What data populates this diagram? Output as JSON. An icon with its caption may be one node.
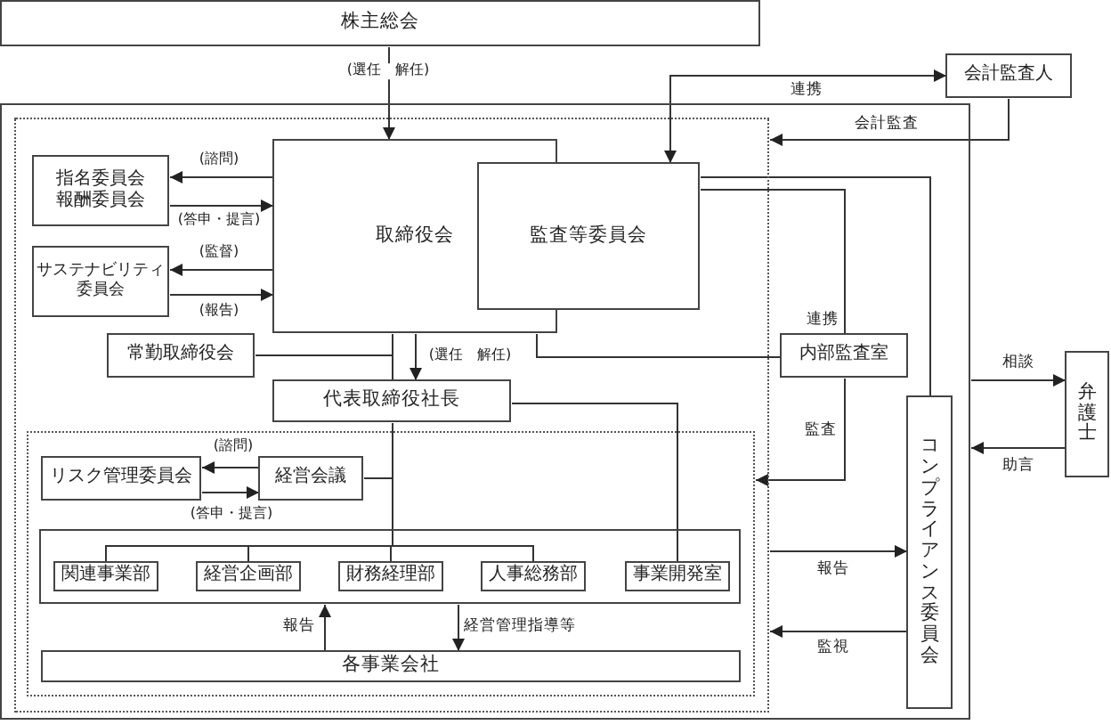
{
  "diagram": {
    "nodes": [
      {
        "text": [
          "株主総会"
        ]
      },
      {
        "text": [
          "会計監査人"
        ]
      },
      {
        "text": [],
        "shape": "box"
      },
      {
        "text": [],
        "shape": "box",
        "in": 2
      },
      {
        "text": [
          "指名委員会",
          "報酬委員会"
        ],
        "in": 3
      },
      {
        "text": [
          "取締役会"
        ],
        "in": 3
      },
      {
        "text": [
          "監査等委員会"
        ],
        "in": 3
      },
      {
        "text": [
          "サステナビリティ委員会"
        ],
        "in": 3
      },
      {
        "text": [
          "常勤取締役会"
        ],
        "in": 3
      },
      {
        "text": [
          "代表取締役社長"
        ],
        "in": 3
      },
      {
        "text": [
          "内部監査室"
        ],
        "in": 2
      },
      {
        "text": [
          "弁護士"
        ]
      },
      {
        "text": [],
        "shape": "box",
        "in": 3
      },
      {
        "text": [
          "リスク管理委員会"
        ],
        "in": 12
      },
      {
        "text": [
          "経営会議"
        ],
        "in": 12
      },
      {
        "text": [],
        "shape": "box",
        "in": 12
      },
      {
        "text": [
          "関連事業部"
        ],
        "in": 15
      },
      {
        "text": [
          "経営企画部"
        ],
        "in": 15
      },
      {
        "text": [
          "財務経理部"
        ],
        "in": 15
      },
      {
        "text": [
          "人事総務部"
        ],
        "in": 15
      },
      {
        "text": [
          "事業開発室"
        ],
        "in": 15
      },
      {
        "text": [
          "コンプライアンス委員会"
        ],
        "in": 2
      },
      {
        "text": [
          "各事業会社"
        ],
        "in": 12
      }
    ],
    "edges": [
      {
        "from": 0,
        "to": 5,
        "arrow": "to",
        "label": "(選任　解任)"
      },
      {
        "from": 6,
        "to": 1,
        "arrow": "both",
        "label": "連携"
      },
      {
        "from": 1,
        "to": 3,
        "arrow": "to",
        "label": "会計監査"
      },
      {
        "from": 5,
        "to": 4,
        "arrow": "to",
        "label": "(諮問)"
      },
      {
        "from": 4,
        "to": 5,
        "arrow": "to",
        "label": "(答申・提言)"
      },
      {
        "from": 5,
        "to": 7,
        "arrow": "to",
        "label": "(監督)"
      },
      {
        "from": 7,
        "to": 5,
        "arrow": "to",
        "label": "(報告)"
      },
      {
        "from": 8,
        "to": 5,
        "arrow": "none"
      },
      {
        "from": 5,
        "to": 9,
        "arrow": "none"
      },
      {
        "from": 5,
        "to": 9,
        "arrow": "to",
        "label": "(選任　解任)"
      },
      {
        "from": 5,
        "to": 10,
        "arrow": "none"
      },
      {
        "from": 6,
        "to": 10,
        "arrow": "none",
        "label": "連携"
      },
      {
        "from": 6,
        "to": 21,
        "arrow": "none"
      },
      {
        "from": 10,
        "to": 12,
        "arrow": "to",
        "label": "監査"
      },
      {
        "from": 9,
        "to": 20,
        "arrow": "none"
      },
      {
        "from": 9,
        "to": 14,
        "arrow": "none"
      },
      {
        "from": 9,
        "to": 16,
        "arrow": "none"
      },
      {
        "from": 9,
        "to": 17,
        "arrow": "none"
      },
      {
        "from": 9,
        "to": 18,
        "arrow": "none"
      },
      {
        "from": 9,
        "to": 19,
        "arrow": "none"
      },
      {
        "from": 14,
        "to": 13,
        "arrow": "to",
        "label": "(諮問)"
      },
      {
        "from": 13,
        "to": 14,
        "arrow": "to",
        "label": "(答申・提言)"
      },
      {
        "from": 22,
        "to": 15,
        "arrow": "to",
        "label": "報告"
      },
      {
        "from": 15,
        "to": 22,
        "arrow": "to",
        "label": "経営管理指導等"
      },
      {
        "from": 3,
        "to": 21,
        "arrow": "to",
        "label": "報告"
      },
      {
        "from": 21,
        "to": 3,
        "arrow": "to",
        "label": "監視"
      },
      {
        "from": 2,
        "to": 11,
        "arrow": "to",
        "label": "相談"
      },
      {
        "from": 11,
        "to": 2,
        "arrow": "to",
        "label": "助言"
      }
    ]
  }
}
